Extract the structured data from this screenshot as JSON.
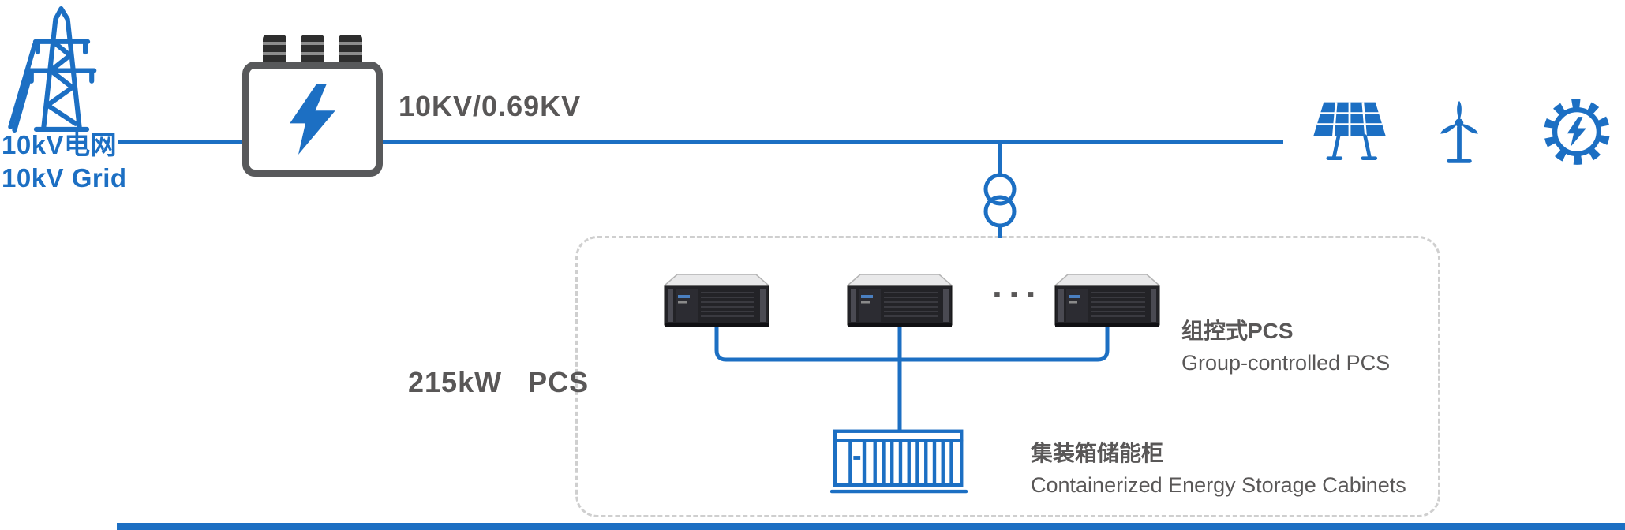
{
  "colors": {
    "accent_blue": "#1c6fc3",
    "text_gray": "#595757",
    "dashed_border": "#cfcfcf",
    "rack_dark": "#232327"
  },
  "grid": {
    "label_cn": "10kV电网",
    "label_en": "10kV Grid"
  },
  "transformer": {
    "voltage_label": "10KV/0.69KV"
  },
  "pcs_group": {
    "power_label": "215kW   PCS",
    "ellipsis": "···",
    "label_cn": "组控式PCS",
    "label_en": "Group-controlled PCS",
    "unit_count": 3
  },
  "storage": {
    "label_cn": "集装箱储能柜",
    "label_en": "Containerized Energy Storage Cabinets"
  }
}
